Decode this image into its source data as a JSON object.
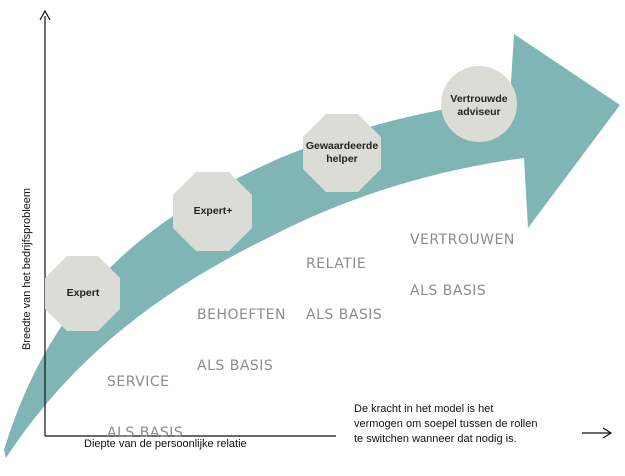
{
  "diagram": {
    "nodes": [
      {
        "id": "expert",
        "lines": [
          "Expert"
        ]
      },
      {
        "id": "expert-plus",
        "lines": [
          "Expert+"
        ]
      },
      {
        "id": "gewaardeerde-helper",
        "lines": [
          "Gewaardeerde",
          "helper"
        ]
      },
      {
        "id": "vertrouwde-adviseur",
        "lines": [
          "Vertrouwde",
          "adviseur"
        ]
      }
    ],
    "stages": [
      {
        "id": "service",
        "lines": [
          "SERVICE",
          "ALS BASIS"
        ]
      },
      {
        "id": "behoeften",
        "lines": [
          "BEHOEFTEN",
          "ALS BASIS"
        ]
      },
      {
        "id": "relatie",
        "lines": [
          "RELATIE",
          "ALS BASIS"
        ]
      },
      {
        "id": "vertrouwen",
        "lines": [
          "VERTROUWEN",
          "ALS BASIS"
        ]
      }
    ],
    "axes": {
      "x_label": "Diepte van de persoonlijke relatie",
      "y_label": "Breedte van het bedrijfsprobleem"
    },
    "note_lines": [
      "De kracht in het model is het",
      "vermogen om soepel tussen de rollen",
      "te switchen wanneer dat nodig is."
    ],
    "colors": {
      "arrow": "#7fb6b5",
      "node_fill": "#dcdcd6",
      "stage_text": "#8c8c8c",
      "axis": "#111111"
    }
  }
}
